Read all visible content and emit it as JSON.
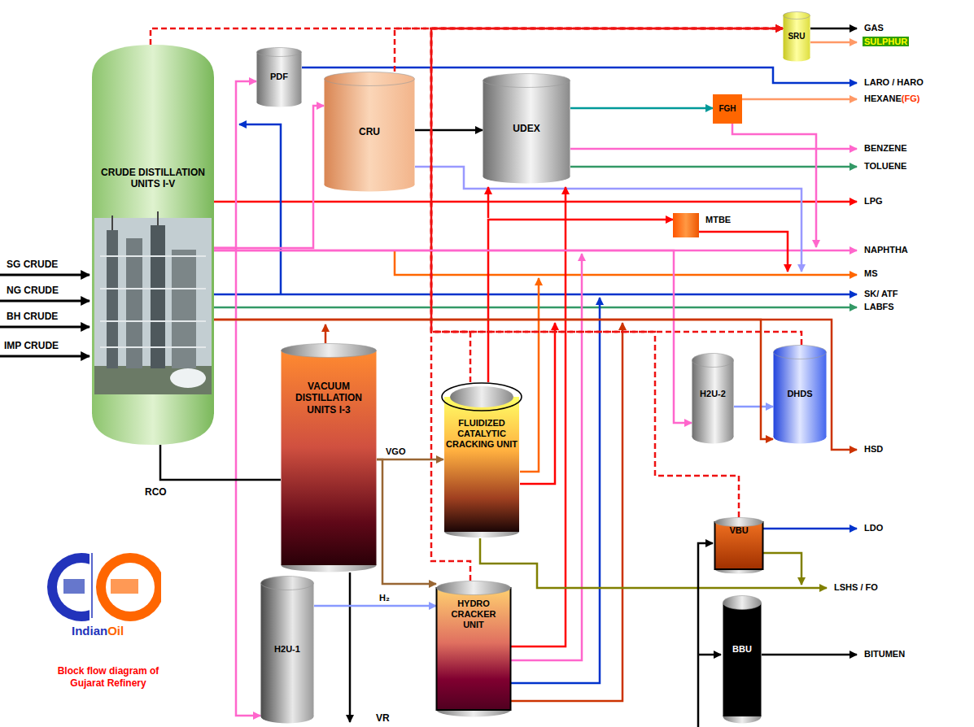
{
  "diagram": {
    "caption": "Block flow diagram of Gujarat Refinery",
    "nodes": [
      {
        "text": [
          "CRUDE DISTILLATION UNITS I-V"
        ]
      },
      {
        "text": [
          "PDF"
        ]
      },
      {
        "text": [
          "CRU"
        ]
      },
      {
        "text": [
          "UDEX"
        ]
      },
      {
        "text": [
          "FGH"
        ]
      },
      {
        "text": [
          "SRU"
        ]
      },
      {
        "text": [
          "MTBE"
        ]
      },
      {
        "text": [
          "VACUUM DISTILLATION UNITS I-3"
        ]
      },
      {
        "text": [
          "FLUIDIZED CATALYTIC CRACKING UNIT"
        ]
      },
      {
        "text": [
          "H2U-1"
        ]
      },
      {
        "text": [
          "HYDRO CRACKER UNIT"
        ]
      },
      {
        "text": [
          "H2U-2"
        ]
      },
      {
        "text": [
          "DHDS"
        ]
      },
      {
        "text": [
          "VBU"
        ]
      },
      {
        "text": [
          "BBU"
        ]
      }
    ],
    "edges": [
      {
        "from": 0,
        "to": 1,
        "arrow": "to"
      },
      {
        "from": 0,
        "to": 2,
        "arrow": "to"
      },
      {
        "from": 0,
        "to": 9,
        "arrow": "to"
      },
      {
        "from": 0,
        "to": 7,
        "label": "RCO",
        "arrow": "none"
      },
      {
        "from": 7,
        "to": 8,
        "label": "VGO",
        "arrow": "to"
      },
      {
        "from": 7,
        "to": 10,
        "arrow": "to"
      },
      {
        "from": 9,
        "to": 10,
        "label": "H₂",
        "arrow": "to"
      },
      {
        "from": 2,
        "to": 3,
        "arrow": "to"
      },
      {
        "from": 3,
        "to": 4,
        "arrow": "to"
      },
      {
        "from": 8,
        "to": 6,
        "arrow": "to"
      },
      {
        "from": 0,
        "to": 5,
        "arrow": "to"
      },
      {
        "from": 2,
        "to": 5,
        "arrow": "to"
      },
      {
        "from": 8,
        "to": 5,
        "arrow": "to"
      },
      {
        "from": 10,
        "to": 5,
        "arrow": "to"
      },
      {
        "from": 12,
        "to": 5,
        "arrow": "to"
      },
      {
        "from": 13,
        "to": 5,
        "arrow": "to"
      },
      {
        "from": 0,
        "to": 11,
        "arrow": "to"
      },
      {
        "from": 11,
        "to": 12,
        "arrow": "to"
      },
      {
        "from": 0,
        "to": 12,
        "arrow": "to"
      }
    ],
    "labels": [
      "GAS",
      "SULPHUR",
      "LARO / HARO",
      "HEXANE",
      "(FG)",
      "BENZENE",
      "TOLUENE",
      "LPG",
      "NAPHTHA",
      "MS",
      "SK/ ATF",
      "LABFS",
      "HSD",
      "LDO",
      "LSHS / FO",
      "BITUMEN",
      "SG CRUDE",
      "NG CRUDE",
      "BH CRUDE",
      "IMP CRUDE",
      "VR",
      "Indian",
      "Oil"
    ]
  }
}
